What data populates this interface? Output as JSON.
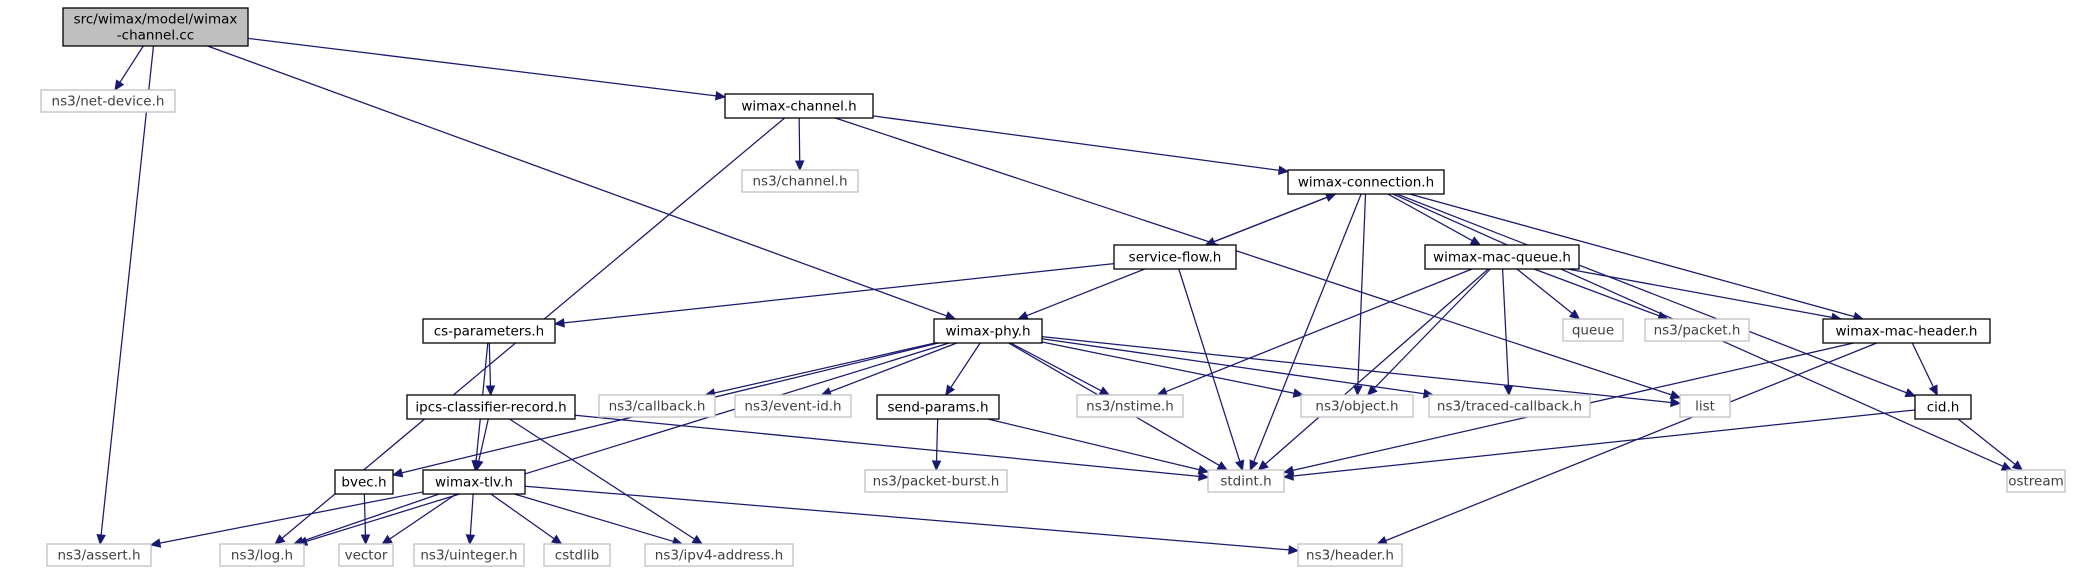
{
  "diagram": {
    "colors": {
      "edge": "#191970",
      "source_fill": "#bfbfbf",
      "header_border": "#000000",
      "external_border": "#bfbfbf",
      "node_text": "#000000",
      "external_text": "#3f3f3f"
    },
    "nodes": [
      {
        "id": "src",
        "lines": [
          "src/wimax/model/wimax",
          "-channel.cc"
        ],
        "kind": "source"
      },
      {
        "id": "netdevice",
        "lines": [
          "ns3/net-device.h"
        ],
        "kind": "external"
      },
      {
        "id": "wchannel",
        "lines": [
          "wimax-channel.h"
        ],
        "kind": "header"
      },
      {
        "id": "ns3channel",
        "lines": [
          "ns3/channel.h"
        ],
        "kind": "external"
      },
      {
        "id": "wconn",
        "lines": [
          "wimax-connection.h"
        ],
        "kind": "header"
      },
      {
        "id": "sflow",
        "lines": [
          "service-flow.h"
        ],
        "kind": "header"
      },
      {
        "id": "macqueue",
        "lines": [
          "wimax-mac-queue.h"
        ],
        "kind": "header"
      },
      {
        "id": "csparams",
        "lines": [
          "cs-parameters.h"
        ],
        "kind": "header"
      },
      {
        "id": "wphy",
        "lines": [
          "wimax-phy.h"
        ],
        "kind": "header"
      },
      {
        "id": "queue",
        "lines": [
          "queue"
        ],
        "kind": "external"
      },
      {
        "id": "packet",
        "lines": [
          "ns3/packet.h"
        ],
        "kind": "external"
      },
      {
        "id": "machdr",
        "lines": [
          "wimax-mac-header.h"
        ],
        "kind": "header"
      },
      {
        "id": "ipcs",
        "lines": [
          "ipcs-classifier-record.h"
        ],
        "kind": "header"
      },
      {
        "id": "callback",
        "lines": [
          "ns3/callback.h"
        ],
        "kind": "external"
      },
      {
        "id": "eventid",
        "lines": [
          "ns3/event-id.h"
        ],
        "kind": "external"
      },
      {
        "id": "sendparams",
        "lines": [
          "send-params.h"
        ],
        "kind": "header"
      },
      {
        "id": "nstime",
        "lines": [
          "ns3/nstime.h"
        ],
        "kind": "external"
      },
      {
        "id": "object",
        "lines": [
          "ns3/object.h"
        ],
        "kind": "external"
      },
      {
        "id": "traced",
        "lines": [
          "ns3/traced-callback.h"
        ],
        "kind": "external"
      },
      {
        "id": "list",
        "lines": [
          "list"
        ],
        "kind": "external"
      },
      {
        "id": "cid",
        "lines": [
          "cid.h"
        ],
        "kind": "header"
      },
      {
        "id": "bvec",
        "lines": [
          "bvec.h"
        ],
        "kind": "header"
      },
      {
        "id": "wtlv",
        "lines": [
          "wimax-tlv.h"
        ],
        "kind": "header"
      },
      {
        "id": "packetburst",
        "lines": [
          "ns3/packet-burst.h"
        ],
        "kind": "external"
      },
      {
        "id": "stdint",
        "lines": [
          "stdint.h"
        ],
        "kind": "external"
      },
      {
        "id": "ostream",
        "lines": [
          "ostream"
        ],
        "kind": "external"
      },
      {
        "id": "assert",
        "lines": [
          "ns3/assert.h"
        ],
        "kind": "external"
      },
      {
        "id": "log",
        "lines": [
          "ns3/log.h"
        ],
        "kind": "external"
      },
      {
        "id": "vector",
        "lines": [
          "vector"
        ],
        "kind": "external"
      },
      {
        "id": "uinteger",
        "lines": [
          "ns3/uinteger.h"
        ],
        "kind": "external"
      },
      {
        "id": "cstdlib",
        "lines": [
          "cstdlib"
        ],
        "kind": "external"
      },
      {
        "id": "ipv4",
        "lines": [
          "ns3/ipv4-address.h"
        ],
        "kind": "external"
      },
      {
        "id": "nsheader",
        "lines": [
          "ns3/header.h"
        ],
        "kind": "external"
      }
    ],
    "edges": [
      [
        "src",
        "netdevice"
      ],
      [
        "src",
        "wchannel"
      ],
      [
        "src",
        "wphy"
      ],
      [
        "src",
        "assert"
      ],
      [
        "wchannel",
        "ns3channel"
      ],
      [
        "wchannel",
        "wconn"
      ],
      [
        "wchannel",
        "log"
      ],
      [
        "wchannel",
        "list"
      ],
      [
        "wconn",
        "sflow"
      ],
      [
        "wconn",
        "macqueue"
      ],
      [
        "wconn",
        "machdr"
      ],
      [
        "wconn",
        "object"
      ],
      [
        "wconn",
        "stdint"
      ],
      [
        "wconn",
        "cid"
      ],
      [
        "wconn",
        "ostream"
      ],
      [
        "sflow",
        "wconn"
      ],
      [
        "sflow",
        "csparams"
      ],
      [
        "sflow",
        "wphy"
      ],
      [
        "sflow",
        "stdint"
      ],
      [
        "macqueue",
        "queue"
      ],
      [
        "macqueue",
        "packet"
      ],
      [
        "macqueue",
        "machdr"
      ],
      [
        "macqueue",
        "nstime"
      ],
      [
        "macqueue",
        "object"
      ],
      [
        "macqueue",
        "traced"
      ],
      [
        "macqueue",
        "stdint"
      ],
      [
        "csparams",
        "ipcs"
      ],
      [
        "csparams",
        "wtlv"
      ],
      [
        "wphy",
        "callback"
      ],
      [
        "wphy",
        "eventid"
      ],
      [
        "wphy",
        "sendparams"
      ],
      [
        "wphy",
        "nstime"
      ],
      [
        "wphy",
        "object"
      ],
      [
        "wphy",
        "traced"
      ],
      [
        "wphy",
        "list"
      ],
      [
        "wphy",
        "stdint"
      ],
      [
        "wphy",
        "bvec"
      ],
      [
        "wphy",
        "log"
      ],
      [
        "machdr",
        "cid"
      ],
      [
        "machdr",
        "stdint"
      ],
      [
        "machdr",
        "nsheader"
      ],
      [
        "ipcs",
        "wtlv"
      ],
      [
        "ipcs",
        "ipv4"
      ],
      [
        "ipcs",
        "stdint"
      ],
      [
        "sendparams",
        "packetburst"
      ],
      [
        "sendparams",
        "stdint"
      ],
      [
        "cid",
        "stdint"
      ],
      [
        "cid",
        "ostream"
      ],
      [
        "bvec",
        "vector"
      ],
      [
        "wtlv",
        "assert"
      ],
      [
        "wtlv",
        "log"
      ],
      [
        "wtlv",
        "vector"
      ],
      [
        "wtlv",
        "uinteger"
      ],
      [
        "wtlv",
        "cstdlib"
      ],
      [
        "wtlv",
        "ipv4"
      ],
      [
        "wtlv",
        "nsheader"
      ]
    ]
  }
}
